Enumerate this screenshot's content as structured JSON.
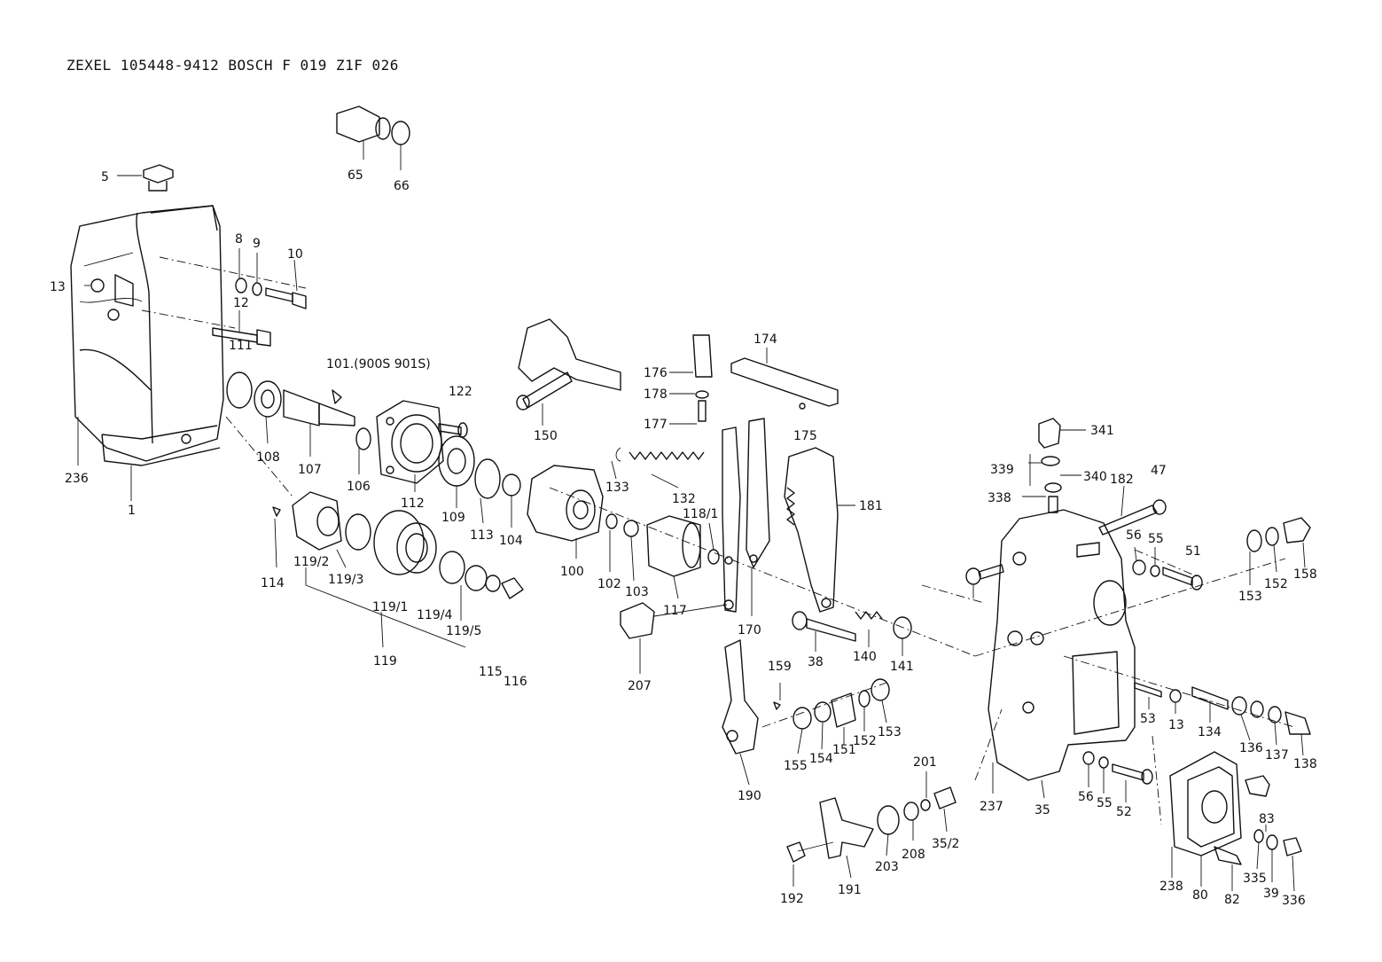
{
  "header": {
    "title": "ZEXEL  105448-9412  BOSCH  F 019 Z1F 026"
  },
  "callouts": [
    "5",
    "65",
    "66",
    "13",
    "8",
    "9",
    "10",
    "12",
    "111",
    "236",
    "1",
    "101.(900S 901S)",
    "122",
    "108",
    "107",
    "106",
    "112",
    "109",
    "113",
    "104",
    "150",
    "176",
    "178",
    "177",
    "174",
    "175",
    "133",
    "132",
    "100",
    "102",
    "103",
    "117",
    "118/1",
    "170",
    "207",
    "181",
    "114",
    "119/2",
    "119/3",
    "119/1",
    "119/4",
    "119/5",
    "119",
    "115",
    "116",
    "341",
    "339",
    "340",
    "338",
    "182",
    "47",
    "56",
    "55",
    "51",
    "153",
    "152",
    "158",
    "38",
    "140",
    "141",
    "159",
    "155",
    "154",
    "151",
    "152",
    "153",
    "190",
    "201",
    "192",
    "191",
    "203",
    "208",
    "35/2",
    "237",
    "35",
    "56",
    "55",
    "52",
    "53",
    "13",
    "134",
    "136",
    "137",
    "138",
    "83",
    "238",
    "80",
    "82",
    "335",
    "39",
    "336"
  ]
}
